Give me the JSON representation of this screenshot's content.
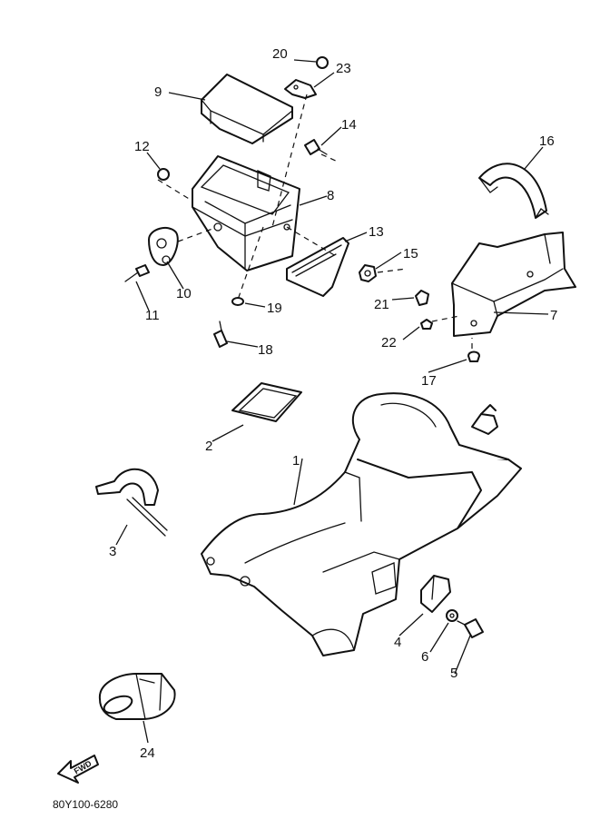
{
  "callouts": [
    "1",
    "2",
    "3",
    "4",
    "5",
    "6",
    "7",
    "8",
    "9",
    "10",
    "11",
    "12",
    "13",
    "14",
    "15",
    "16",
    "17",
    "18",
    "19",
    "20",
    "21",
    "22",
    "23",
    "24"
  ],
  "fwd_label": "FWD",
  "diagram_code": "80Y100-6280"
}
